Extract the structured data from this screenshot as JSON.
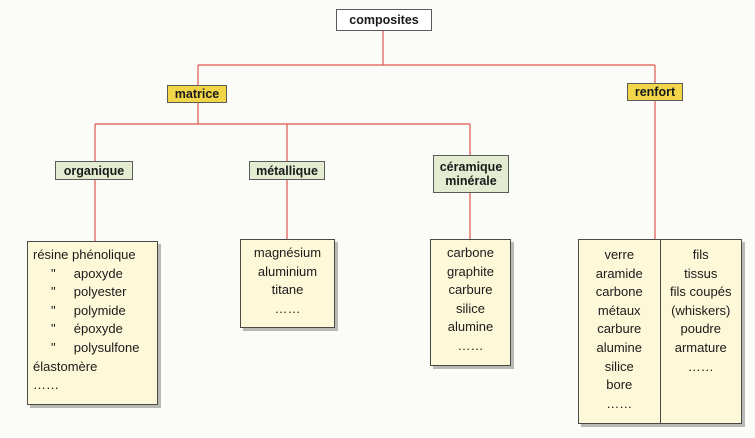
{
  "diagram": {
    "root": {
      "label": "composites"
    },
    "matrice": {
      "label": "matrice",
      "organique": {
        "label": "organique",
        "items": [
          "résine phénolique",
          "     \"     apoxyde",
          "     \"     polyester",
          "     \"     polymide",
          "     \"     époxyde",
          "     \"     polysulfone",
          "élastomère",
          "……"
        ]
      },
      "metallique": {
        "label": "métallique",
        "items": [
          "magnésium",
          "aluminium",
          "titane",
          "……"
        ]
      },
      "ceramique": {
        "label_line1": "céramique",
        "label_line2": "minérale",
        "items": [
          "carbone",
          "graphite",
          "carbure",
          "silice",
          "alumine",
          "……"
        ]
      }
    },
    "renfort": {
      "label": "renfort",
      "left_items": [
        "verre",
        "aramide",
        "carbone",
        "métaux",
        "carbure",
        "alumine",
        "silice",
        "bore",
        "……"
      ],
      "right_items": [
        "fils",
        "tissus",
        "fils coupés",
        "(whiskers)",
        "poudre",
        "armature",
        "……"
      ]
    },
    "colors": {
      "connector": "#e0564f",
      "root_fill": "#ffffff",
      "level1_fill": "#f1d64a",
      "level2_fill": "#e3ebd1",
      "leaf_fill": "#fdf8d8"
    }
  }
}
